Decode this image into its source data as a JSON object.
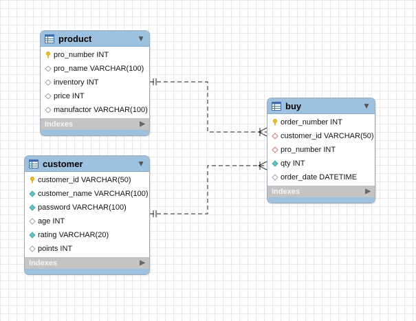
{
  "colors": {
    "header": "#9cc2df",
    "indexes_bar": "#c4c4c4",
    "primary_key_icon": "#f2c010",
    "foreign_key_icon": "#c86a6a",
    "not_null_icon": "#5bc6c6",
    "nullable_icon": "#999999"
  },
  "product": {
    "title": "product",
    "columns": [
      {
        "label": "pro_number INT",
        "icon": "primary-key-icon"
      },
      {
        "label": "pro_name VARCHAR(100)",
        "icon": "column-diamond-icon"
      },
      {
        "label": "inventory INT",
        "icon": "column-diamond-icon"
      },
      {
        "label": "price INT",
        "icon": "column-diamond-icon"
      },
      {
        "label": "manufactor VARCHAR(100)",
        "icon": "column-diamond-icon"
      }
    ],
    "indexes_label": "Indexes"
  },
  "customer": {
    "title": "customer",
    "columns": [
      {
        "label": "customer_id VARCHAR(50)",
        "icon": "primary-key-icon"
      },
      {
        "label": "customer_name VARCHAR(100)",
        "icon": "not-null-diamond-icon"
      },
      {
        "label": "password VARCHAR(100)",
        "icon": "not-null-diamond-icon"
      },
      {
        "label": "age INT",
        "icon": "column-diamond-icon"
      },
      {
        "label": "rating VARCHAR(20)",
        "icon": "not-null-diamond-icon"
      },
      {
        "label": "points INT",
        "icon": "column-diamond-icon"
      }
    ],
    "indexes_label": "Indexes"
  },
  "buy": {
    "title": "buy",
    "columns": [
      {
        "label": "order_number INT",
        "icon": "primary-key-icon"
      },
      {
        "label": "customer_id VARCHAR(50)",
        "icon": "foreign-key-diamond-icon"
      },
      {
        "label": "pro_number INT",
        "icon": "foreign-key-diamond-icon"
      },
      {
        "label": "qty INT",
        "icon": "not-null-diamond-icon"
      },
      {
        "label": "order_date DATETIME",
        "icon": "column-diamond-icon"
      }
    ],
    "indexes_label": "Indexes"
  },
  "relationships": [
    {
      "from": "product",
      "to": "buy",
      "type": "one-to-many"
    },
    {
      "from": "customer",
      "to": "buy",
      "type": "one-to-many"
    }
  ]
}
